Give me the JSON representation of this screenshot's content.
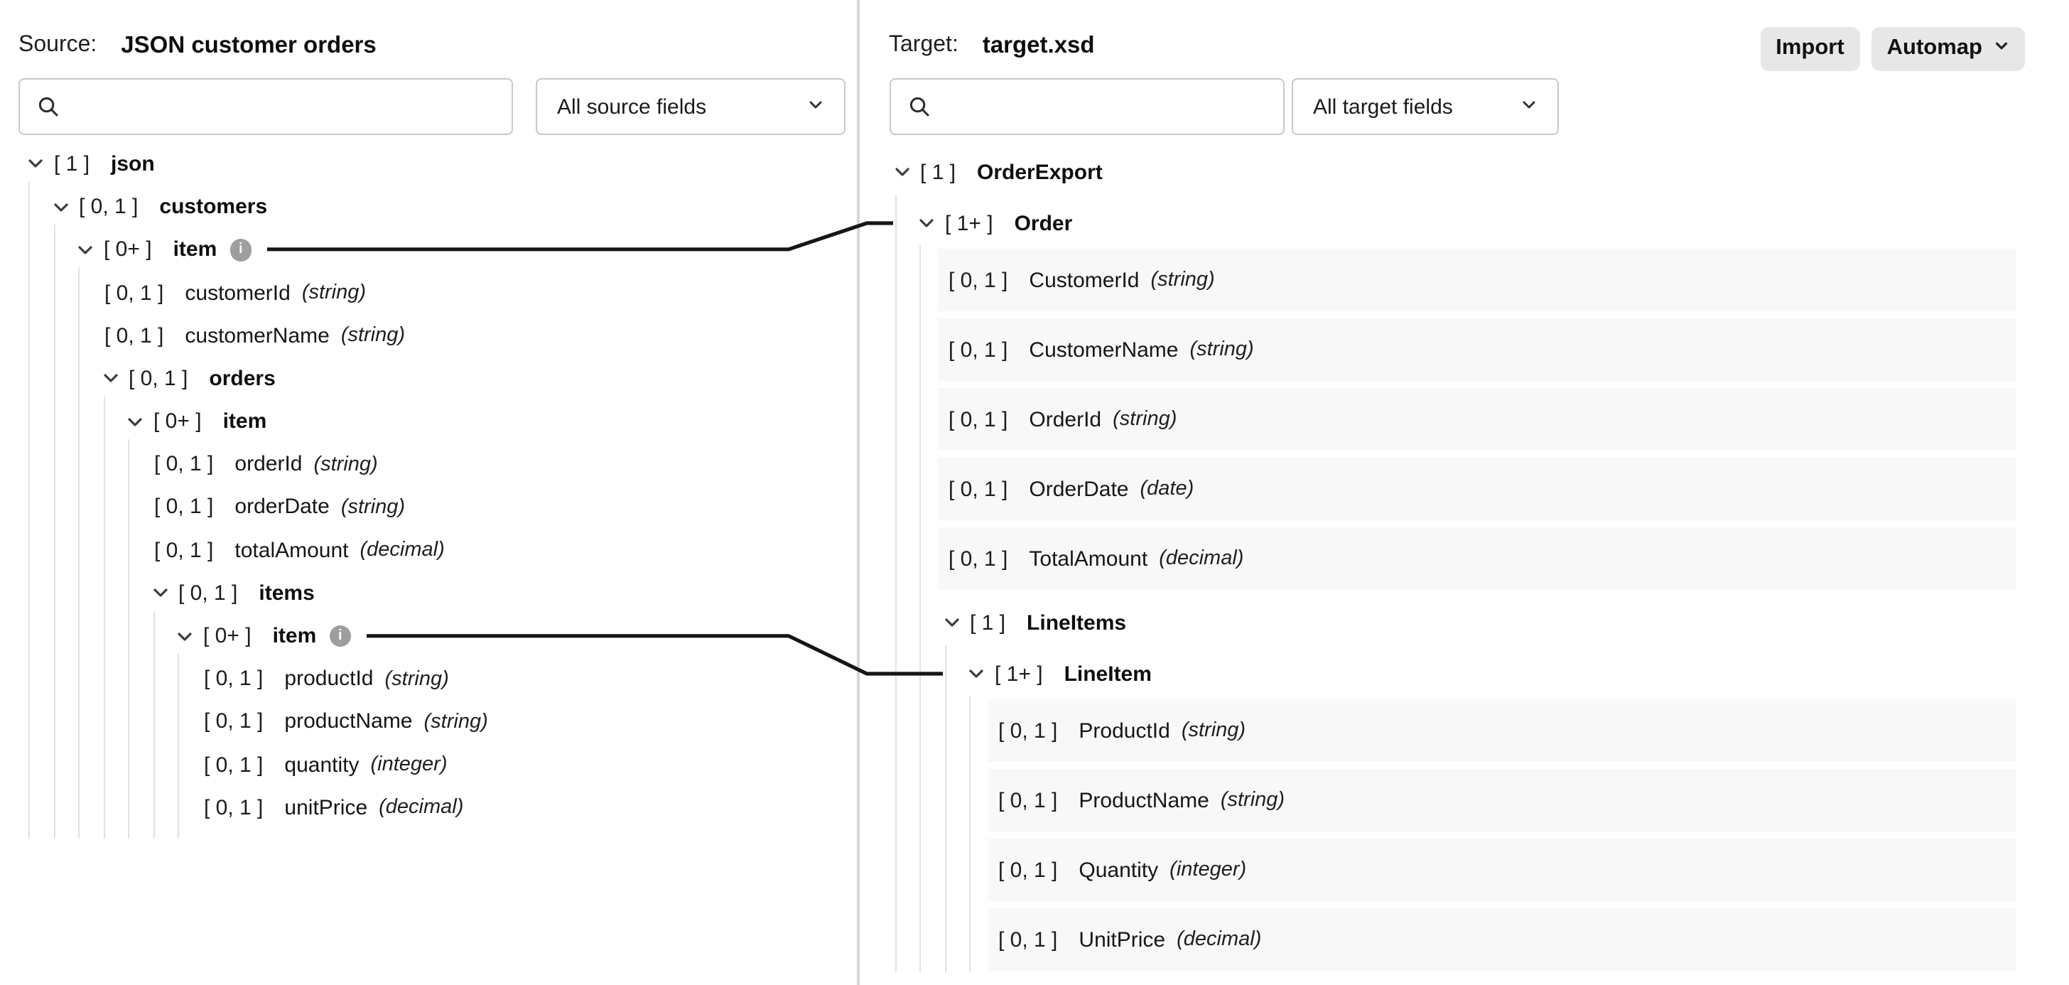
{
  "colors": {
    "text": "#1b1b1b",
    "row_bar": "#f8f8f8",
    "button_bg": "#e7e7e7",
    "guide": "#e2e2e2",
    "divider": "#d7d7d7",
    "map_line": "#161616",
    "info_icon": "#9e9e9e",
    "border": "#c9c9c9"
  },
  "source_panel": {
    "label": "Source:",
    "title": "JSON customer orders",
    "search_placeholder": "",
    "search_value": "",
    "filter_label": "All source fields",
    "tree": [
      {
        "kind": "group",
        "depth": 0,
        "cardinality": "[ 1 ]",
        "name": "json"
      },
      {
        "kind": "group",
        "depth": 1,
        "cardinality": "[ 0, 1 ]",
        "name": "customers"
      },
      {
        "kind": "group",
        "depth": 2,
        "cardinality": "[ 0+ ]",
        "name": "item",
        "info": true
      },
      {
        "kind": "leaf",
        "depth": 3,
        "cardinality": "[ 0, 1 ]",
        "name": "customerId",
        "type": "(string)"
      },
      {
        "kind": "leaf",
        "depth": 3,
        "cardinality": "[ 0, 1 ]",
        "name": "customerName",
        "type": "(string)"
      },
      {
        "kind": "group",
        "depth": 3,
        "cardinality": "[ 0, 1 ]",
        "name": "orders"
      },
      {
        "kind": "group",
        "depth": 4,
        "cardinality": "[ 0+ ]",
        "name": "item"
      },
      {
        "kind": "leaf",
        "depth": 5,
        "cardinality": "[ 0, 1 ]",
        "name": "orderId",
        "type": "(string)"
      },
      {
        "kind": "leaf",
        "depth": 5,
        "cardinality": "[ 0, 1 ]",
        "name": "orderDate",
        "type": "(string)"
      },
      {
        "kind": "leaf",
        "depth": 5,
        "cardinality": "[ 0, 1 ]",
        "name": "totalAmount",
        "type": "(decimal)"
      },
      {
        "kind": "group",
        "depth": 5,
        "cardinality": "[ 0, 1 ]",
        "name": "items"
      },
      {
        "kind": "group",
        "depth": 6,
        "cardinality": "[ 0+ ]",
        "name": "item",
        "info": true
      },
      {
        "kind": "leaf",
        "depth": 7,
        "cardinality": "[ 0, 1 ]",
        "name": "productId",
        "type": "(string)"
      },
      {
        "kind": "leaf",
        "depth": 7,
        "cardinality": "[ 0, 1 ]",
        "name": "productName",
        "type": "(string)"
      },
      {
        "kind": "leaf",
        "depth": 7,
        "cardinality": "[ 0, 1 ]",
        "name": "quantity",
        "type": "(integer)"
      },
      {
        "kind": "leaf",
        "depth": 7,
        "cardinality": "[ 0, 1 ]",
        "name": "unitPrice",
        "type": "(decimal)"
      }
    ]
  },
  "target_panel": {
    "label": "Target:",
    "title": "target.xsd",
    "search_placeholder": "",
    "search_value": "",
    "filter_label": "All target fields",
    "buttons": [
      {
        "label": "Import",
        "has_dropdown": false
      },
      {
        "label": "Automap",
        "has_dropdown": true
      }
    ],
    "tree": [
      {
        "kind": "group",
        "depth": 0,
        "cardinality": "[ 1 ]",
        "name": "OrderExport"
      },
      {
        "kind": "group",
        "depth": 1,
        "cardinality": "[ 1+ ]",
        "name": "Order"
      },
      {
        "kind": "leaf",
        "depth": 2,
        "cardinality": "[ 0, 1 ]",
        "name": "CustomerId",
        "type": "(string)"
      },
      {
        "kind": "leaf",
        "depth": 2,
        "cardinality": "[ 0, 1 ]",
        "name": "CustomerName",
        "type": "(string)"
      },
      {
        "kind": "leaf",
        "depth": 2,
        "cardinality": "[ 0, 1 ]",
        "name": "OrderId",
        "type": "(string)"
      },
      {
        "kind": "leaf",
        "depth": 2,
        "cardinality": "[ 0, 1 ]",
        "name": "OrderDate",
        "type": "(date)"
      },
      {
        "kind": "leaf",
        "depth": 2,
        "cardinality": "[ 0, 1 ]",
        "name": "TotalAmount",
        "type": "(decimal)"
      },
      {
        "kind": "group",
        "depth": 2,
        "cardinality": "[ 1 ]",
        "name": "LineItems"
      },
      {
        "kind": "group",
        "depth": 3,
        "cardinality": "[ 1+ ]",
        "name": "LineItem"
      },
      {
        "kind": "leaf",
        "depth": 4,
        "cardinality": "[ 0, 1 ]",
        "name": "ProductId",
        "type": "(string)"
      },
      {
        "kind": "leaf",
        "depth": 4,
        "cardinality": "[ 0, 1 ]",
        "name": "ProductName",
        "type": "(string)"
      },
      {
        "kind": "leaf",
        "depth": 4,
        "cardinality": "[ 0, 1 ]",
        "name": "Quantity",
        "type": "(integer)"
      },
      {
        "kind": "leaf",
        "depth": 4,
        "cardinality": "[ 0, 1 ]",
        "name": "UnitPrice",
        "type": "(decimal)"
      }
    ]
  },
  "mappings": [
    {
      "source_row": 2,
      "target_row": 1,
      "from": "json.customers.item",
      "to": "OrderExport.Order"
    },
    {
      "source_row": 11,
      "target_row": 8,
      "from": "json.customers.item.orders.item.items.item",
      "to": "OrderExport.Order.LineItems.LineItem"
    }
  ]
}
